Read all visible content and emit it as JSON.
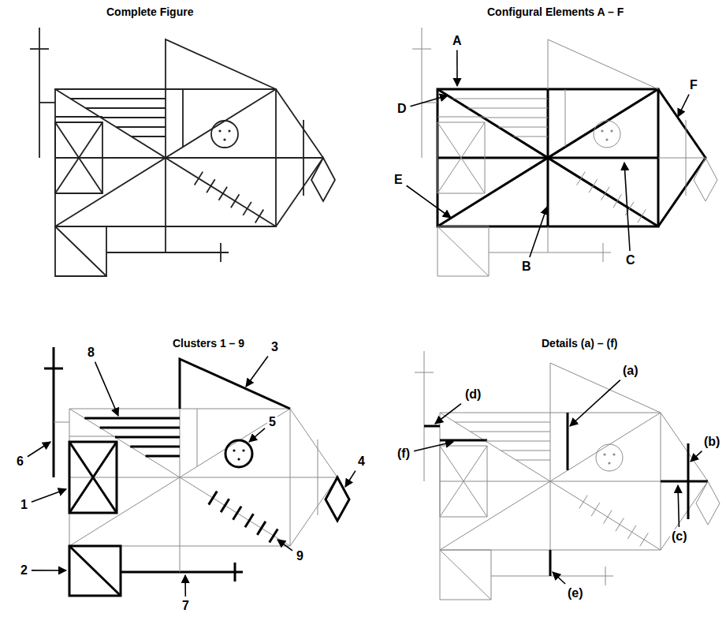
{
  "diagram": {
    "labels": [
      "Complete Figure",
      "Configural Elements A – F",
      "Clusters 1 – 9",
      "Details (a) – (f)",
      "A",
      "B",
      "C",
      "D",
      "E",
      "F",
      "1",
      "2",
      "3",
      "4",
      "5",
      "6",
      "7",
      "8",
      "9",
      "(a)",
      "(b)",
      "(c)",
      "(d)",
      "(e)",
      "(f)"
    ]
  }
}
